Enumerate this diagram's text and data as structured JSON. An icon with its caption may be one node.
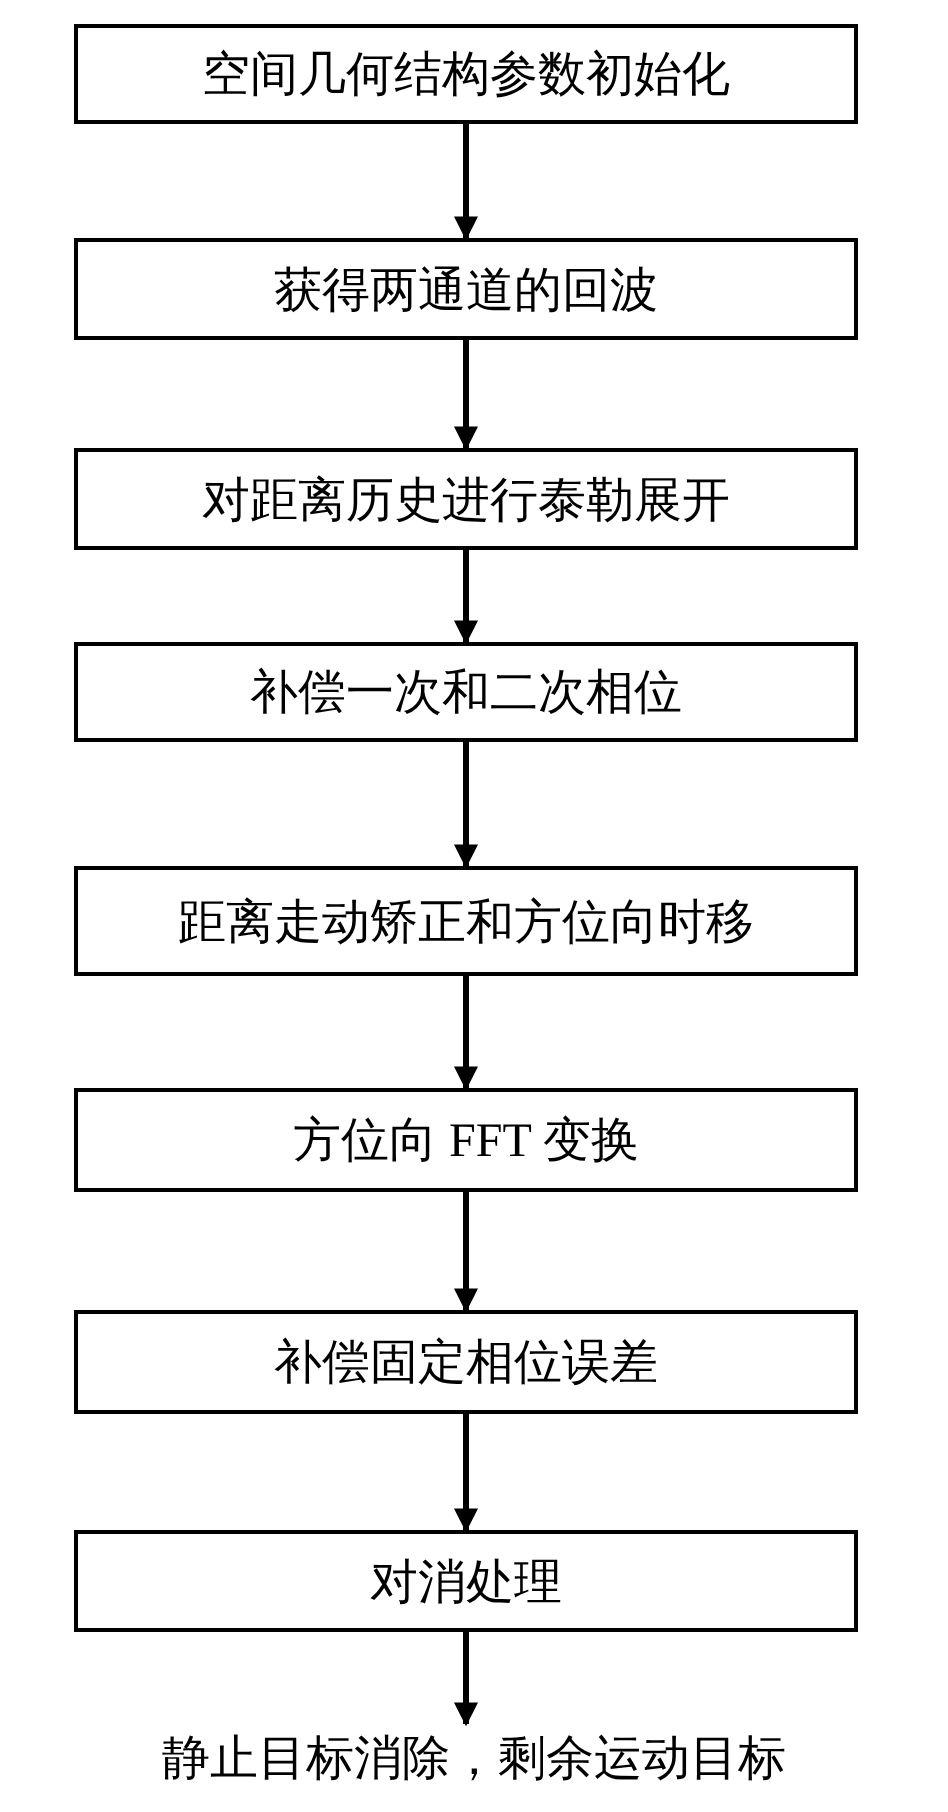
{
  "diagram": {
    "nodes": [
      {
        "text": [
          "空间几何结构参数初始化"
        ]
      },
      {
        "text": [
          "获得两通道的回波"
        ]
      },
      {
        "text": [
          "对距离历史进行泰勒展开"
        ]
      },
      {
        "text": [
          "补偿一次和二次相位"
        ]
      },
      {
        "text": [
          "距离走动矫正和方位向时移"
        ]
      },
      {
        "text": [
          "方位向 FFT 变换"
        ]
      },
      {
        "text": [
          "补偿固定相位误差"
        ]
      },
      {
        "text": [
          "对消处理"
        ]
      },
      {
        "text": [
          "静止目标消除，剩余运动目标"
        ]
      }
    ],
    "edges": [
      {
        "from": 0,
        "to": 1,
        "arrow": "to"
      },
      {
        "from": 1,
        "to": 2,
        "arrow": "to"
      },
      {
        "from": 2,
        "to": 3,
        "arrow": "to"
      },
      {
        "from": 3,
        "to": 4,
        "arrow": "to"
      },
      {
        "from": 4,
        "to": 5,
        "arrow": "to"
      },
      {
        "from": 5,
        "to": 6,
        "arrow": "to"
      },
      {
        "from": 6,
        "to": 7,
        "arrow": "to"
      },
      {
        "from": 7,
        "to": 8,
        "arrow": "to"
      }
    ]
  }
}
